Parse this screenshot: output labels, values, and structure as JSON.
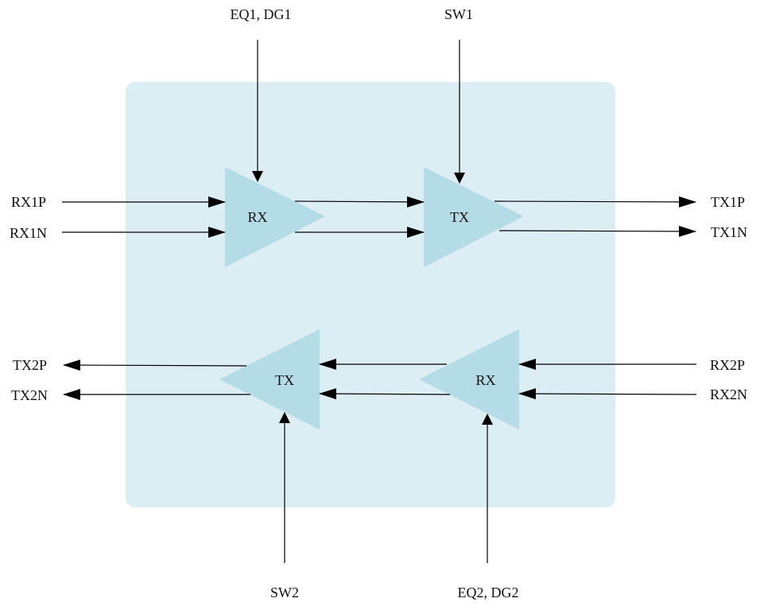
{
  "colors": {
    "block_fill": "#dcedf3",
    "amp_fill": "#b5dce6",
    "wire": "#000000",
    "text": "#111111"
  },
  "diagram": {
    "control_inputs": {
      "top_left": "EQ1, DG1",
      "top_right": "SW1",
      "bottom_left": "SW2",
      "bottom_right": "EQ2, DG2"
    },
    "channel1": {
      "inputs": [
        "RX1P",
        "RX1N"
      ],
      "outputs": [
        "TX1P",
        "TX1N"
      ],
      "rx_amp": "RX",
      "tx_amp": "TX"
    },
    "channel2": {
      "inputs": [
        "RX2P",
        "RX2N"
      ],
      "outputs": [
        "TX2P",
        "TX2N"
      ],
      "rx_amp": "RX",
      "tx_amp": "TX"
    }
  }
}
